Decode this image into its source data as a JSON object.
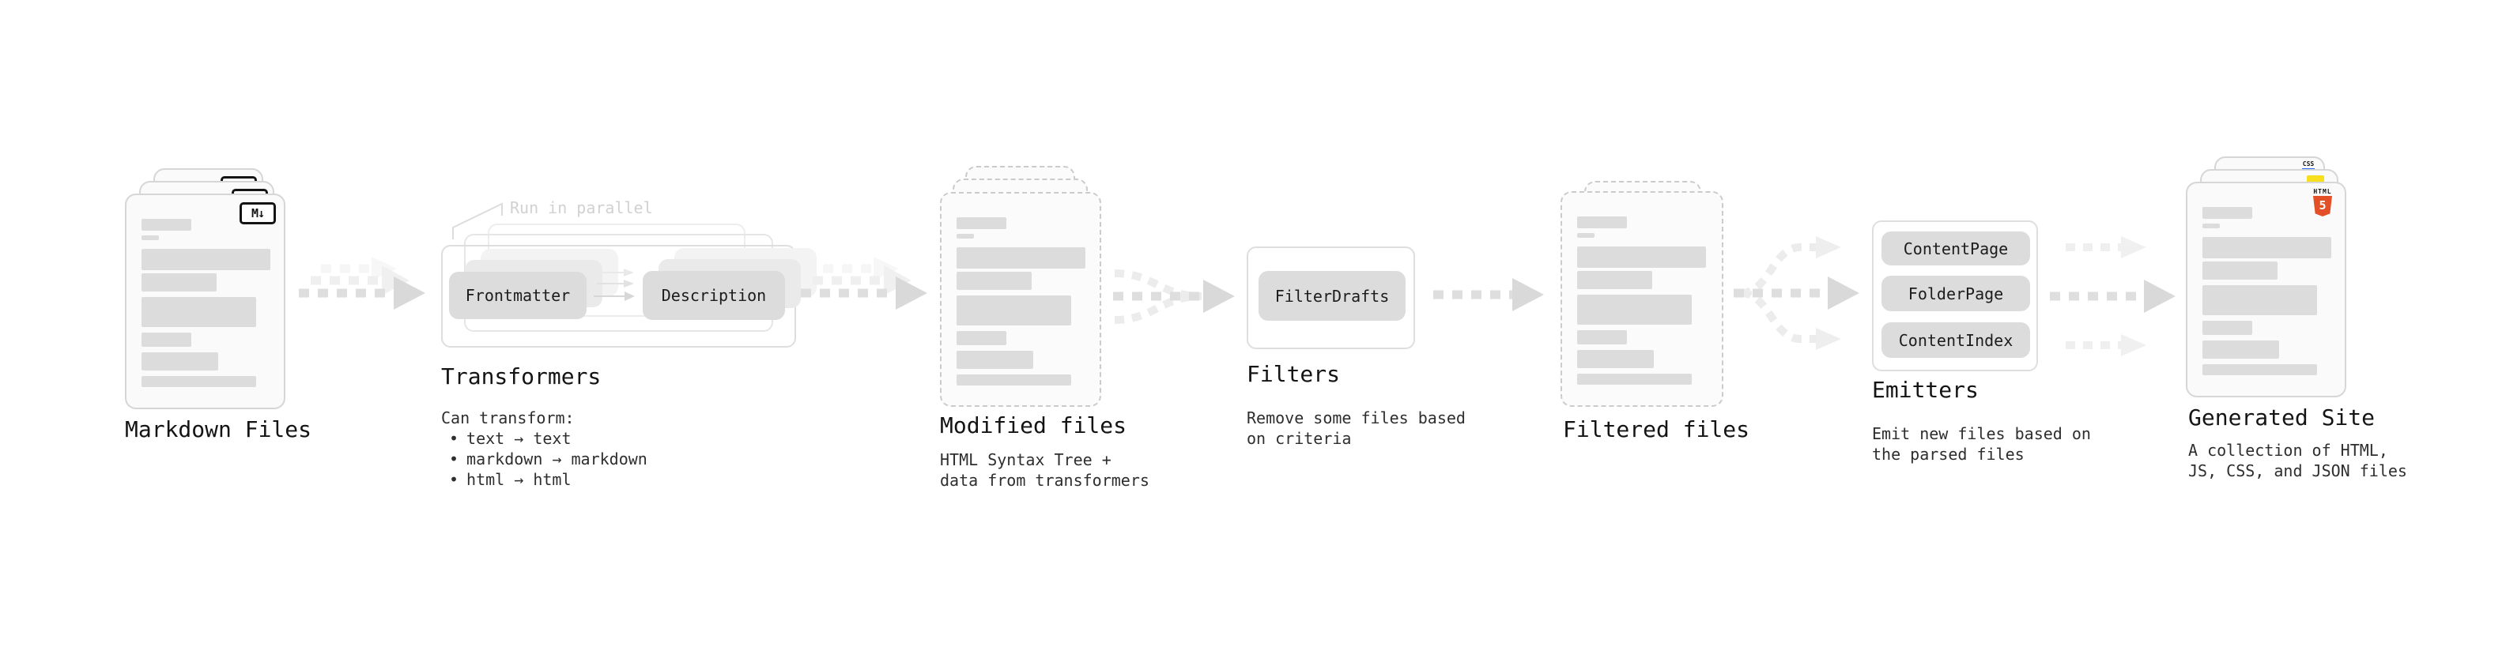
{
  "stages": {
    "markdown": {
      "label": "Markdown Files",
      "badge": "M↓"
    },
    "transformers": {
      "label": "Transformers",
      "annotation": "Run in parallel",
      "boxes": [
        "Frontmatter",
        "Description"
      ],
      "desc_heading": "Can transform:",
      "bullet_marker": "•",
      "bullets": [
        "text → text",
        "markdown → markdown",
        "html → html"
      ]
    },
    "modified": {
      "label": "Modified files",
      "desc": [
        "HTML Syntax Tree +",
        "data from transformers"
      ]
    },
    "filters": {
      "label": "Filters",
      "boxes": [
        "FilterDrafts"
      ],
      "desc": [
        "Remove some files based",
        "on criteria"
      ]
    },
    "filtered": {
      "label": "Filtered files"
    },
    "emitters": {
      "label": "Emitters",
      "boxes": [
        "ContentPage",
        "FolderPage",
        "ContentIndex"
      ],
      "desc": [
        "Emit new files based on",
        "the parsed files"
      ]
    },
    "generated": {
      "label": "Generated Site",
      "desc": [
        "A collection of HTML,",
        "JS, CSS, and JSON files"
      ],
      "badges": {
        "css": "CSS",
        "js": "JS",
        "html_label": "HTML",
        "html_number": "5"
      }
    }
  },
  "colors": {
    "background": "#ffffff",
    "doc_fill": "#fafafa",
    "doc_border": "#d6d6d6",
    "gray_box_fill": "#dcdcdc",
    "arrow_dark": "#dedede",
    "arrow_light": "#efefef",
    "js_yellow": "#f7df1e",
    "html_orange": "#e34f26",
    "css_blue": "#2965f1"
  }
}
